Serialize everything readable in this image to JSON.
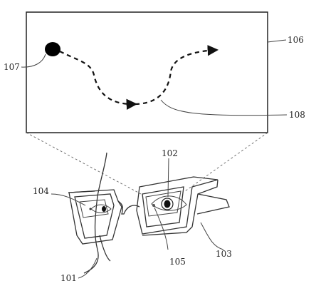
{
  "figure": {
    "labels": {
      "glasses": "101",
      "eye_right": "102",
      "frame": "103",
      "eye_left": "104",
      "sensor": "105",
      "display": "106",
      "gaze_start": "107",
      "gaze_path": "108"
    }
  }
}
